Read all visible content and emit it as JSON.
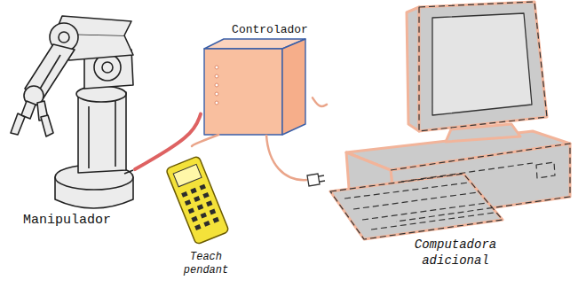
{
  "diagram": {
    "nodes": [
      {
        "text": [
          "Manipulador"
        ]
      },
      {
        "text": [
          "Controlador"
        ]
      },
      {
        "text": [
          "Teach pendant"
        ]
      },
      {
        "text": [
          "Computadora adicional"
        ]
      }
    ],
    "edges": [
      {
        "from": 0,
        "to": 1,
        "arrow": "none"
      },
      {
        "from": 2,
        "to": 1,
        "arrow": "none"
      },
      {
        "from": 3,
        "to": 1,
        "arrow": "none"
      }
    ]
  }
}
